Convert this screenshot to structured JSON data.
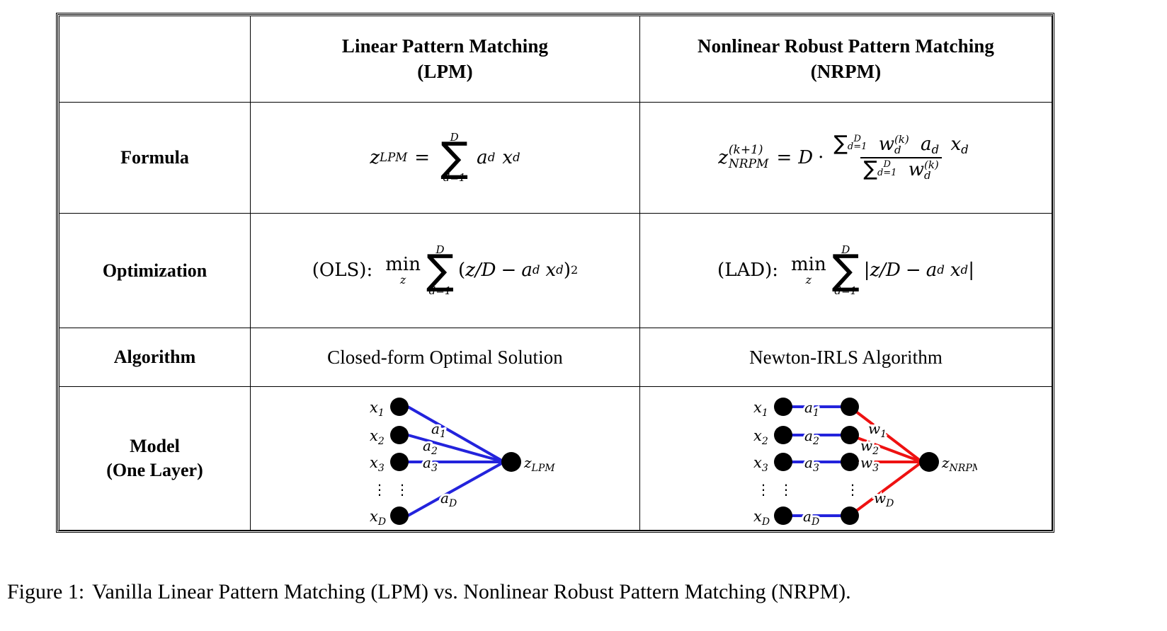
{
  "figure": {
    "caption_prefix": "Figure 1:",
    "caption_text": "Vanilla Linear Pattern Matching (LPM) vs. Nonlinear Robust Pattern Matching (NRPM)."
  },
  "table": {
    "header": {
      "corner": "",
      "lpm_line1": "Linear Pattern Matching",
      "lpm_line2": "(LPM)",
      "nrpm_line1": "Nonlinear Robust Pattern Matching",
      "nrpm_line2": "(NRPM)"
    },
    "rows": [
      {
        "label": "Formula",
        "lpm": {
          "kind": "math",
          "latex": "z_{LPM} = \\sum_{d=1}^{D} a_d x_d"
        },
        "nrpm": {
          "kind": "math",
          "latex": "z_{NRPM}^{(k+1)} = D \\cdot \\frac{\\sum_{d=1}^{D} w_d^{(k)} a_d x_d}{\\sum_{d=1}^{D} w_d^{(k)}}"
        }
      },
      {
        "label": "Optimization",
        "lpm": {
          "kind": "math",
          "prefix": "(OLS):",
          "latex": "\\min_z \\sum_{d=1}^{D} (z/D - a_d x_d)^2"
        },
        "nrpm": {
          "kind": "math",
          "prefix": "(LAD):",
          "latex": "\\min_z \\sum_{d=1}^{D} |z/D - a_d x_d|"
        }
      },
      {
        "label": "Algorithm",
        "lpm": {
          "kind": "text",
          "text": "Closed-form Optimal Solution"
        },
        "nrpm": {
          "kind": "text",
          "text": "Newton-IRLS Algorithm"
        }
      },
      {
        "label_line1": "Model",
        "label_line2": "(One Layer)",
        "label": "Model (One Layer)",
        "lpm": {
          "kind": "diagram",
          "name": "lpm-network-diagram"
        },
        "nrpm": {
          "kind": "diagram",
          "name": "nrpm-network-diagram"
        }
      }
    ]
  },
  "math_symbols": {
    "sum": "∑",
    "dot": "·",
    "minus": "−",
    "vdots": "⋮",
    "D": "D",
    "d_eq_1": "d=1",
    "z": "z",
    "a": "a",
    "x": "x",
    "w": "w",
    "min": "min",
    "OLS_prefix": "(OLS):",
    "LAD_prefix": "(LAD):",
    "z_LPM_base": "z",
    "z_LPM_sub": "LPM",
    "z_NRPM_sub": "NRPM",
    "k_plus_1": "(k+1)",
    "k_paren": "(k)",
    "eq": "=",
    "slash": "/",
    "paren_open": "(",
    "paren_close": ")",
    "bar": "|",
    "sq": "2"
  },
  "lpm_diagram": {
    "type": "neural-network",
    "edge_color": "#2323DC",
    "node_color": "#000000",
    "input_labels": [
      "x₁",
      "x₂",
      "x₃",
      "⋮",
      "x_D"
    ],
    "input_subs": [
      "1",
      "2",
      "3",
      "",
      "D"
    ],
    "weight_labels": [
      "a₁",
      "a₂",
      "a₃",
      "a_D"
    ],
    "weight_subs": [
      "1",
      "2",
      "3",
      "D"
    ],
    "output_label": "z",
    "output_sub": "LPM"
  },
  "nrpm_diagram": {
    "type": "neural-network",
    "edge_color_a": "#2323DC",
    "edge_color_w": "#EE1111",
    "node_color": "#000000",
    "input_subs": [
      "1",
      "2",
      "3",
      "",
      "D"
    ],
    "a_labels_subs": [
      "1",
      "2",
      "3",
      "D"
    ],
    "w_labels_subs": [
      "1",
      "2",
      "3",
      "D"
    ],
    "output_label": "z",
    "output_sub": "NRPM"
  },
  "colors": {
    "background": "#ffffff",
    "foreground": "#000000",
    "blue_edge": "#2323DC",
    "red_edge": "#EE1111"
  }
}
